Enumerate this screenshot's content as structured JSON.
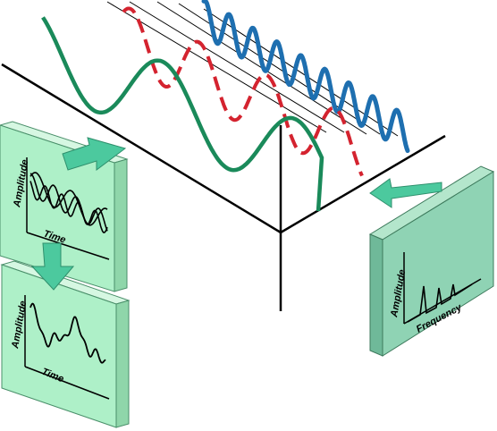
{
  "colors": {
    "background": "#ffffff",
    "panel_face": "#aef0c8",
    "panel_side": "#8fd6aa",
    "panel_top": "#d6f7e2",
    "right_panel_face": "#8fd3b4",
    "right_panel_side": "#6fb999",
    "arrow": "#4cc99e",
    "green_wave": "#1a8a5a",
    "red_wave": "#d4232f",
    "blue_wave": "#1e6fb0",
    "axis": "#000000"
  },
  "panels": {
    "time_mixed": {
      "ylabel": "Amplitude",
      "xlabel": "Time"
    },
    "time_sum": {
      "ylabel": "Amplitude",
      "xlabel": "Time"
    },
    "frequency": {
      "ylabel": "Amplitude",
      "xlabel": "Frequency"
    }
  },
  "icons": {
    "arrow_to_3d": "arrow-right-icon",
    "arrow_down": "arrow-down-icon",
    "arrow_from_3d": "arrow-left-icon"
  }
}
